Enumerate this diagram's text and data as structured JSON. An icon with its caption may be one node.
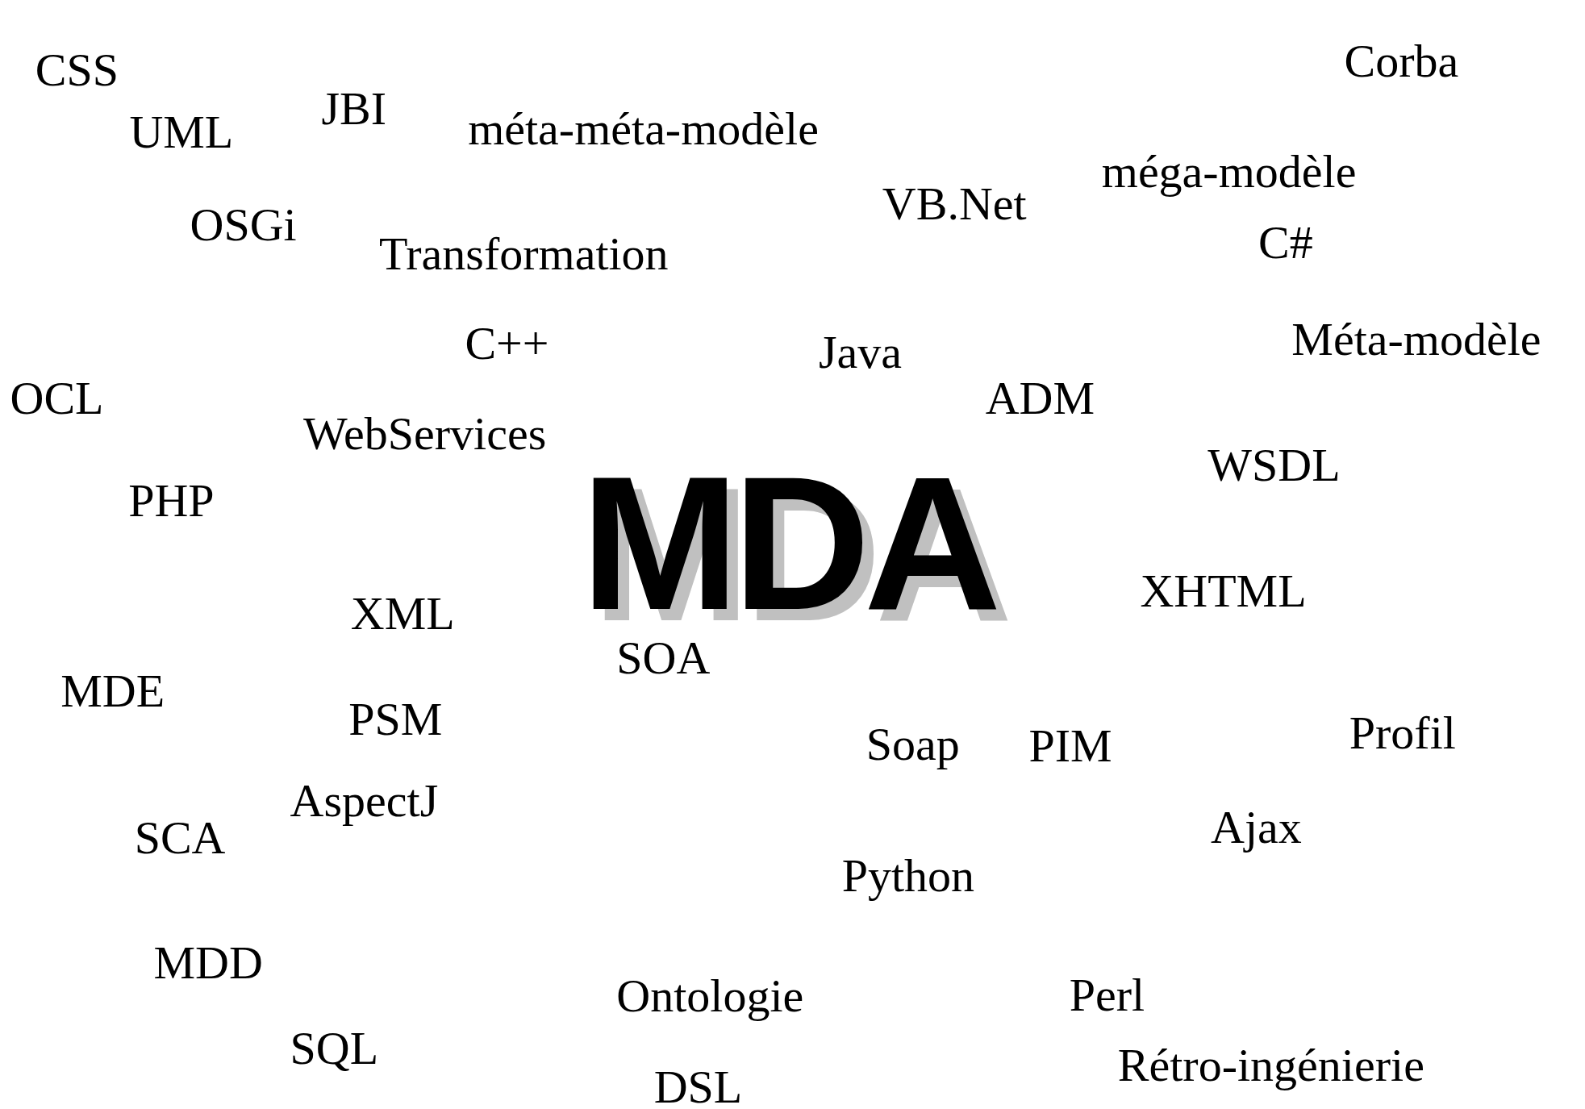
{
  "diagram": {
    "title": "MDA",
    "labels": [
      "Corba",
      "CSS",
      "JBI",
      "méta-méta-modèle",
      "UML",
      "méga-modèle",
      "VB.Net",
      "OSGi",
      "C#",
      "Transformation",
      "Méta-modèle",
      "C++",
      "Java",
      "OCL",
      "ADM",
      "WebServices",
      "WSDL",
      "PHP",
      "XHTML",
      "XML",
      "SOA",
      "MDE",
      "PSM",
      "Profil",
      "Soap",
      "PIM",
      "AspectJ",
      "Ajax",
      "SCA",
      "Python",
      "MDD",
      "Perl",
      "Ontologie",
      "SQL",
      "Rétro-ingénierie",
      "DSL"
    ]
  }
}
